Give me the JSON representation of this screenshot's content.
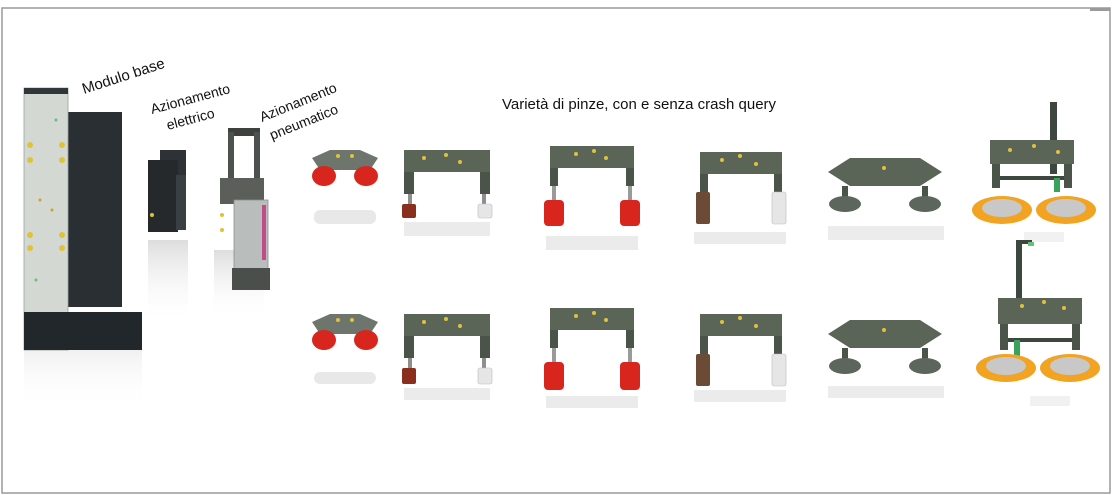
{
  "labels": {
    "base_module": "Modulo base",
    "electric_drive_line1": "Azionamento",
    "electric_drive_line2": "elettrico",
    "pneumatic_drive_line1": "Azionamento",
    "pneumatic_drive_line2": "pneumatico",
    "gripper_variety": "Varietà di pinze, con e senza crash query"
  },
  "colors": {
    "border": "#9a9a9a",
    "gripper_plate": "#5a6558",
    "bolt": "#e0c23a",
    "red_cup": "#d8261f",
    "brown_cup": "#6b4a36",
    "orange_ring": "#f2a321",
    "base_module_dark": "#23272b",
    "base_module_light": "#cfd3cf"
  }
}
